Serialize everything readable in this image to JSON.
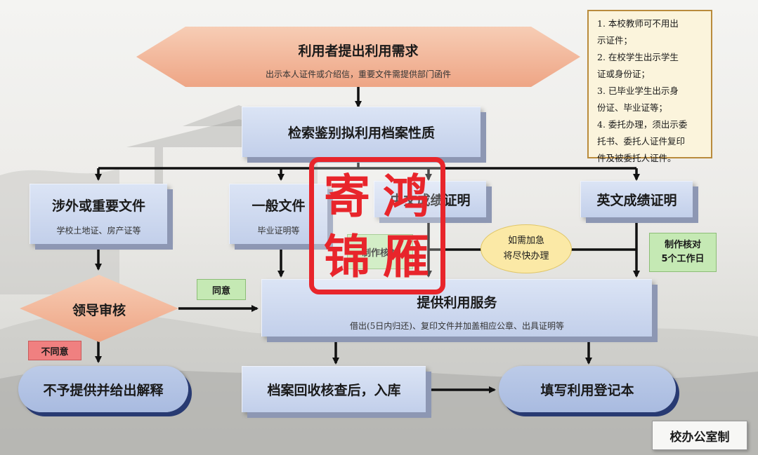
{
  "start": {
    "title": "利用者提出利用需求",
    "subtitle": "出示本人证件或介绍信，重要文件需提供部门函件"
  },
  "search": {
    "title": "检索鉴别拟利用档案性质"
  },
  "notes": {
    "lines": [
      "1. 本校教师可不用出",
      "示证件；",
      "2. 在校学生出示学生",
      "证或身份证；",
      "3. 已毕业学生出示身",
      "份证、毕业证等；",
      "4. 委托办理，须出示委",
      "托书、委托人证件复印",
      "件及被委托人证件。"
    ]
  },
  "category_foreign": {
    "title": "涉外或重要文件",
    "subtitle": "学校土地证、房产证等"
  },
  "category_general": {
    "title": "一般文件",
    "subtitle": "毕业证明等"
  },
  "category_cn_transcript": {
    "title": "中文成绩证明"
  },
  "category_en_transcript": {
    "title": "英文成绩证明"
  },
  "review": {
    "title": "领导审核"
  },
  "agree_label": "同意",
  "disagree_label": "不同意",
  "make_check_cn": {
    "text": "制作核对"
  },
  "urgent": {
    "line1": "如需加急",
    "line2": "将尽快办理"
  },
  "make_check_en": {
    "line1": "制作核对",
    "line2": "5个工作日"
  },
  "provide": {
    "title": "提供利用服务",
    "subtitle": "借出(5日内归还)、复印文件并加盖相应公章、出具证明等"
  },
  "reject": {
    "title": "不予提供并给出解释"
  },
  "archive": {
    "title": "档案回收核查后，入库"
  },
  "register": {
    "title": "填写利用登记本"
  },
  "footer": {
    "label": "校办公室制"
  },
  "seal": {
    "chars": [
      "寄",
      "鸿",
      "锦",
      "雁"
    ],
    "color": "#e8252b"
  },
  "colors": {
    "hexagon": "#f2b898",
    "box": "#c2cfea",
    "pill_shadow": "#283a72",
    "green": "#c5e9b4",
    "notes_border": "#b98b3c"
  }
}
